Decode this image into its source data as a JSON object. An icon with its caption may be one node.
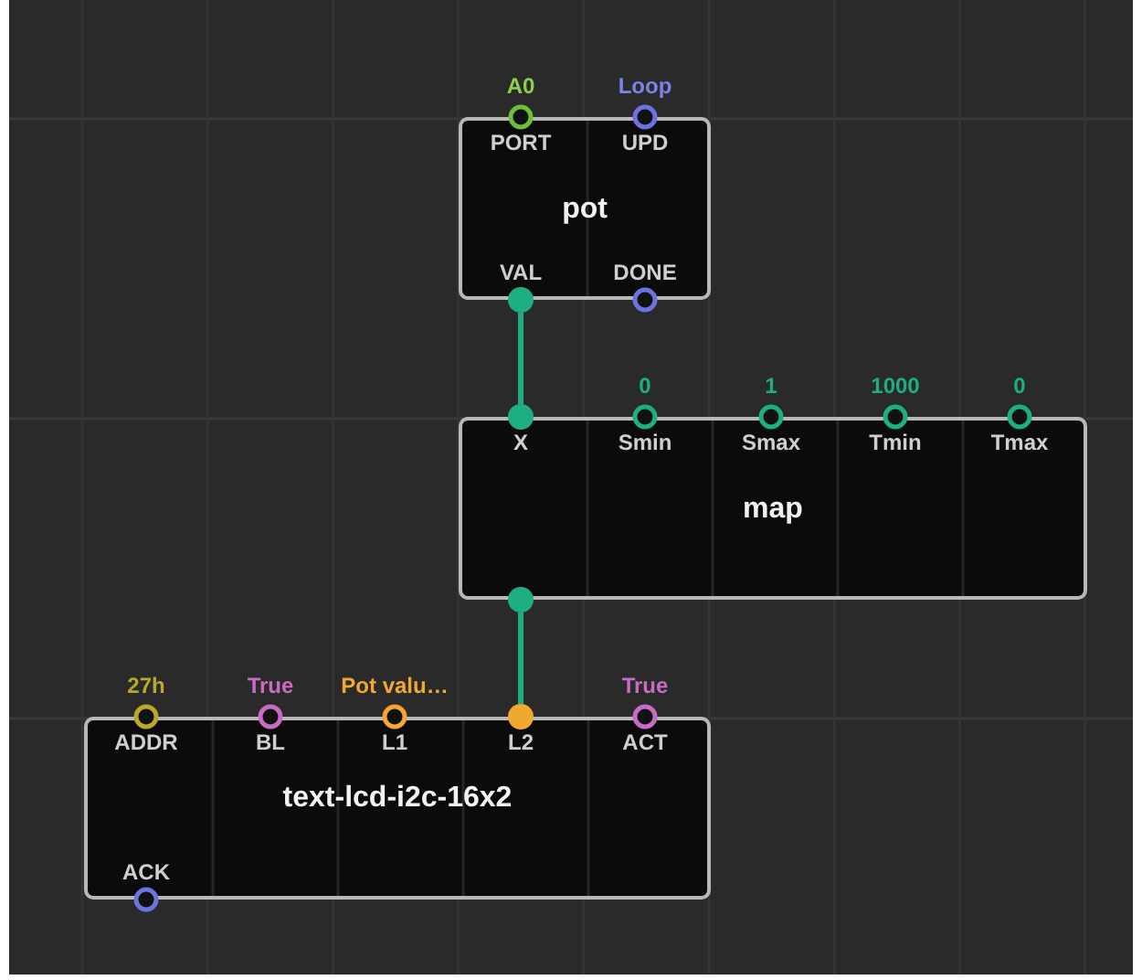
{
  "diagram": {
    "nodes": [
      {
        "text": [
          "pot"
        ]
      },
      {
        "text": [
          "PORT"
        ],
        "beside": [
          "A0"
        ],
        "in": 0
      },
      {
        "text": [
          "UPD"
        ],
        "beside": [
          "Loop"
        ],
        "in": 0
      },
      {
        "text": [
          "VAL"
        ],
        "in": 0
      },
      {
        "text": [
          "DONE"
        ],
        "in": 0
      },
      {
        "text": [
          "map"
        ]
      },
      {
        "text": [
          "X"
        ],
        "in": 5
      },
      {
        "text": [
          "Smin"
        ],
        "beside": [
          "0"
        ],
        "in": 5
      },
      {
        "text": [
          "Smax"
        ],
        "beside": [
          "1"
        ],
        "in": 5
      },
      {
        "text": [
          "Tmin"
        ],
        "beside": [
          "1000"
        ],
        "in": 5
      },
      {
        "text": [
          "Tmax"
        ],
        "beside": [
          "0"
        ],
        "in": 5
      },
      {
        "text": [],
        "shape": "circle",
        "in": 5
      },
      {
        "text": [
          "text-lcd-i2c-16x2"
        ]
      },
      {
        "text": [
          "ADDR"
        ],
        "beside": [
          "27h"
        ],
        "in": 12
      },
      {
        "text": [
          "BL"
        ],
        "beside": [
          "True"
        ],
        "in": 12
      },
      {
        "text": [
          "L1"
        ],
        "beside": [
          "Pot valu…"
        ],
        "in": 12
      },
      {
        "text": [
          "L2"
        ],
        "in": 12
      },
      {
        "text": [
          "ACT"
        ],
        "beside": [
          "True"
        ],
        "in": 12
      },
      {
        "text": [
          "ACK"
        ],
        "in": 12
      }
    ],
    "edges": [
      {
        "from": 3,
        "to": 6,
        "arrow": "none"
      },
      {
        "from": 11,
        "to": 16,
        "arrow": "none"
      }
    ]
  }
}
